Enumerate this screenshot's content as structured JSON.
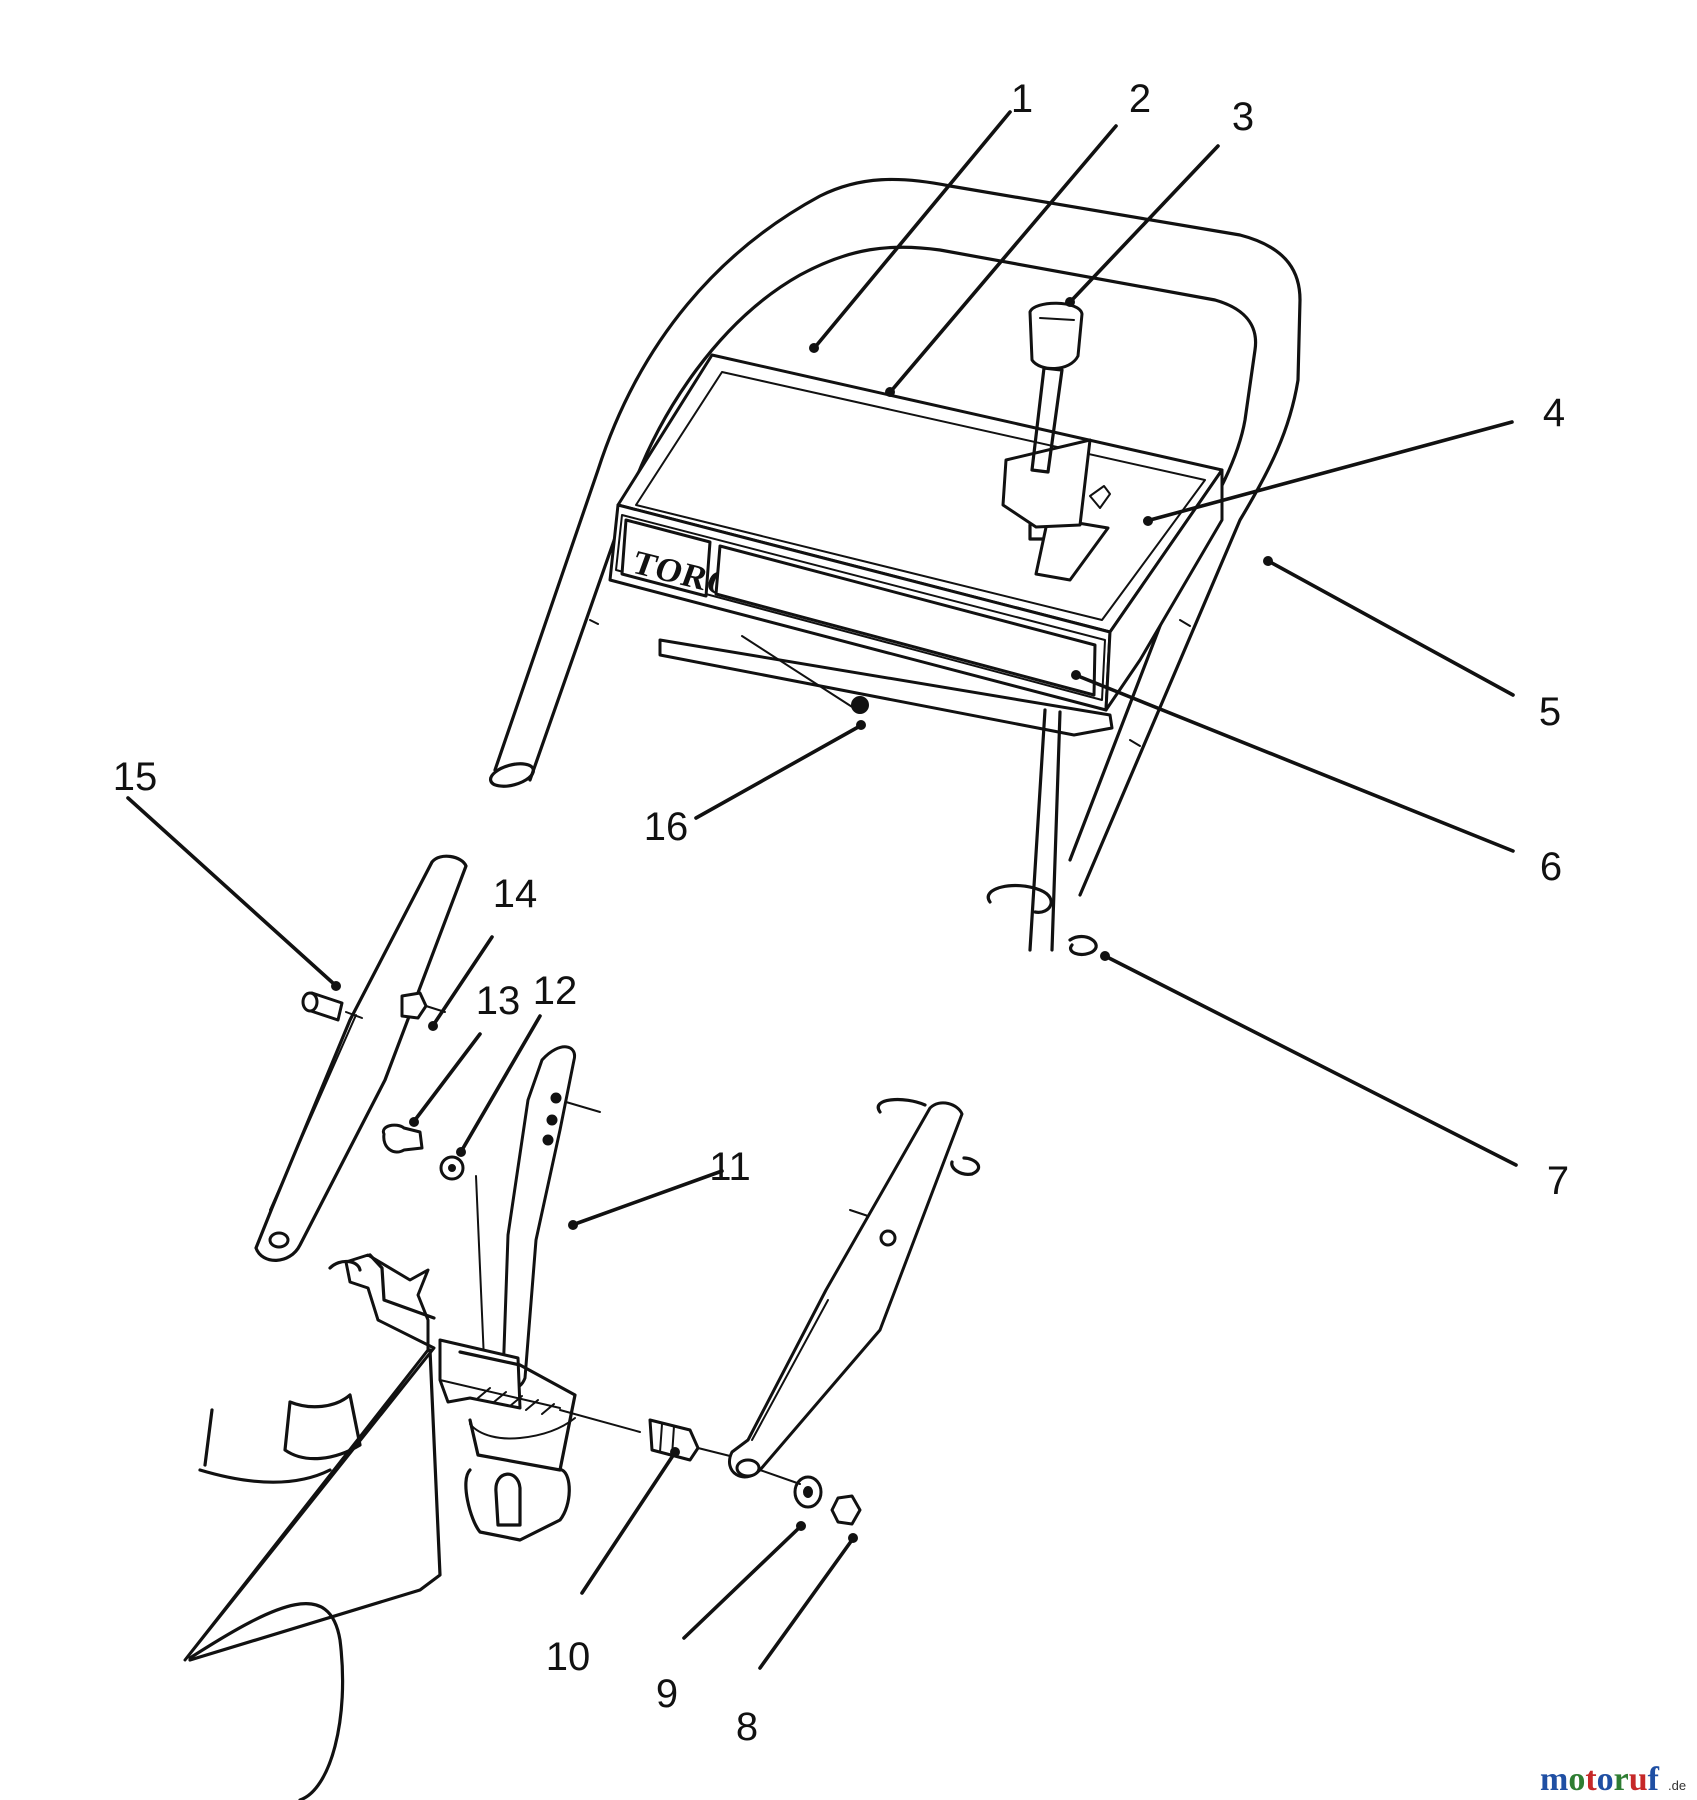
{
  "diagram": {
    "brand_label": "TORO",
    "callouts": [
      {
        "id": "1",
        "label": "1"
      },
      {
        "id": "2",
        "label": "2"
      },
      {
        "id": "3",
        "label": "3"
      },
      {
        "id": "4",
        "label": "4"
      },
      {
        "id": "5",
        "label": "5"
      },
      {
        "id": "6",
        "label": "6"
      },
      {
        "id": "7",
        "label": "7"
      },
      {
        "id": "8",
        "label": "8"
      },
      {
        "id": "9",
        "label": "9"
      },
      {
        "id": "10",
        "label": "10"
      },
      {
        "id": "11",
        "label": "11"
      },
      {
        "id": "12",
        "label": "12"
      },
      {
        "id": "13",
        "label": "13"
      },
      {
        "id": "14",
        "label": "14"
      },
      {
        "id": "15",
        "label": "15"
      },
      {
        "id": "16",
        "label": "16"
      }
    ]
  },
  "watermark": {
    "letters": [
      "m",
      "o",
      "t",
      "o",
      "r",
      "u",
      "f"
    ],
    "colors": [
      "#1f4fa3",
      "#2e7d32",
      "#c62828",
      "#1f4fa3",
      "#2e7d32",
      "#c62828",
      "#1f4fa3"
    ],
    "suffix": ".de"
  }
}
